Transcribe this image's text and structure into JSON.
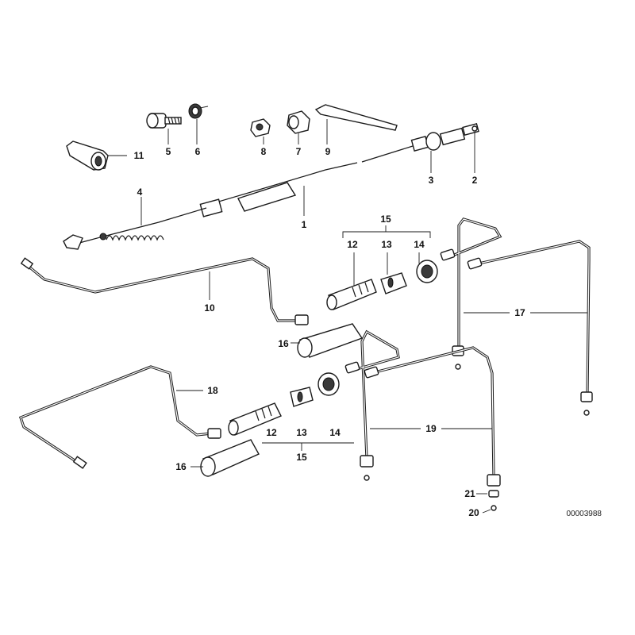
{
  "callouts": {
    "c1": "1",
    "c2": "2",
    "c3": "3",
    "c4": "4",
    "c5": "5",
    "c6": "6",
    "c7": "7",
    "c8": "8",
    "c9": "9",
    "c10": "10",
    "c11": "11",
    "c12a": "12",
    "c13a": "13",
    "c14a": "14",
    "c15a": "15",
    "c16a": "16",
    "c17": "17",
    "c18": "18",
    "c19": "19",
    "c12b": "12",
    "c13b": "13",
    "c14b": "14",
    "c15b": "15",
    "c16b": "16",
    "c20": "20",
    "c21": "21"
  },
  "reference_number": "00003988"
}
